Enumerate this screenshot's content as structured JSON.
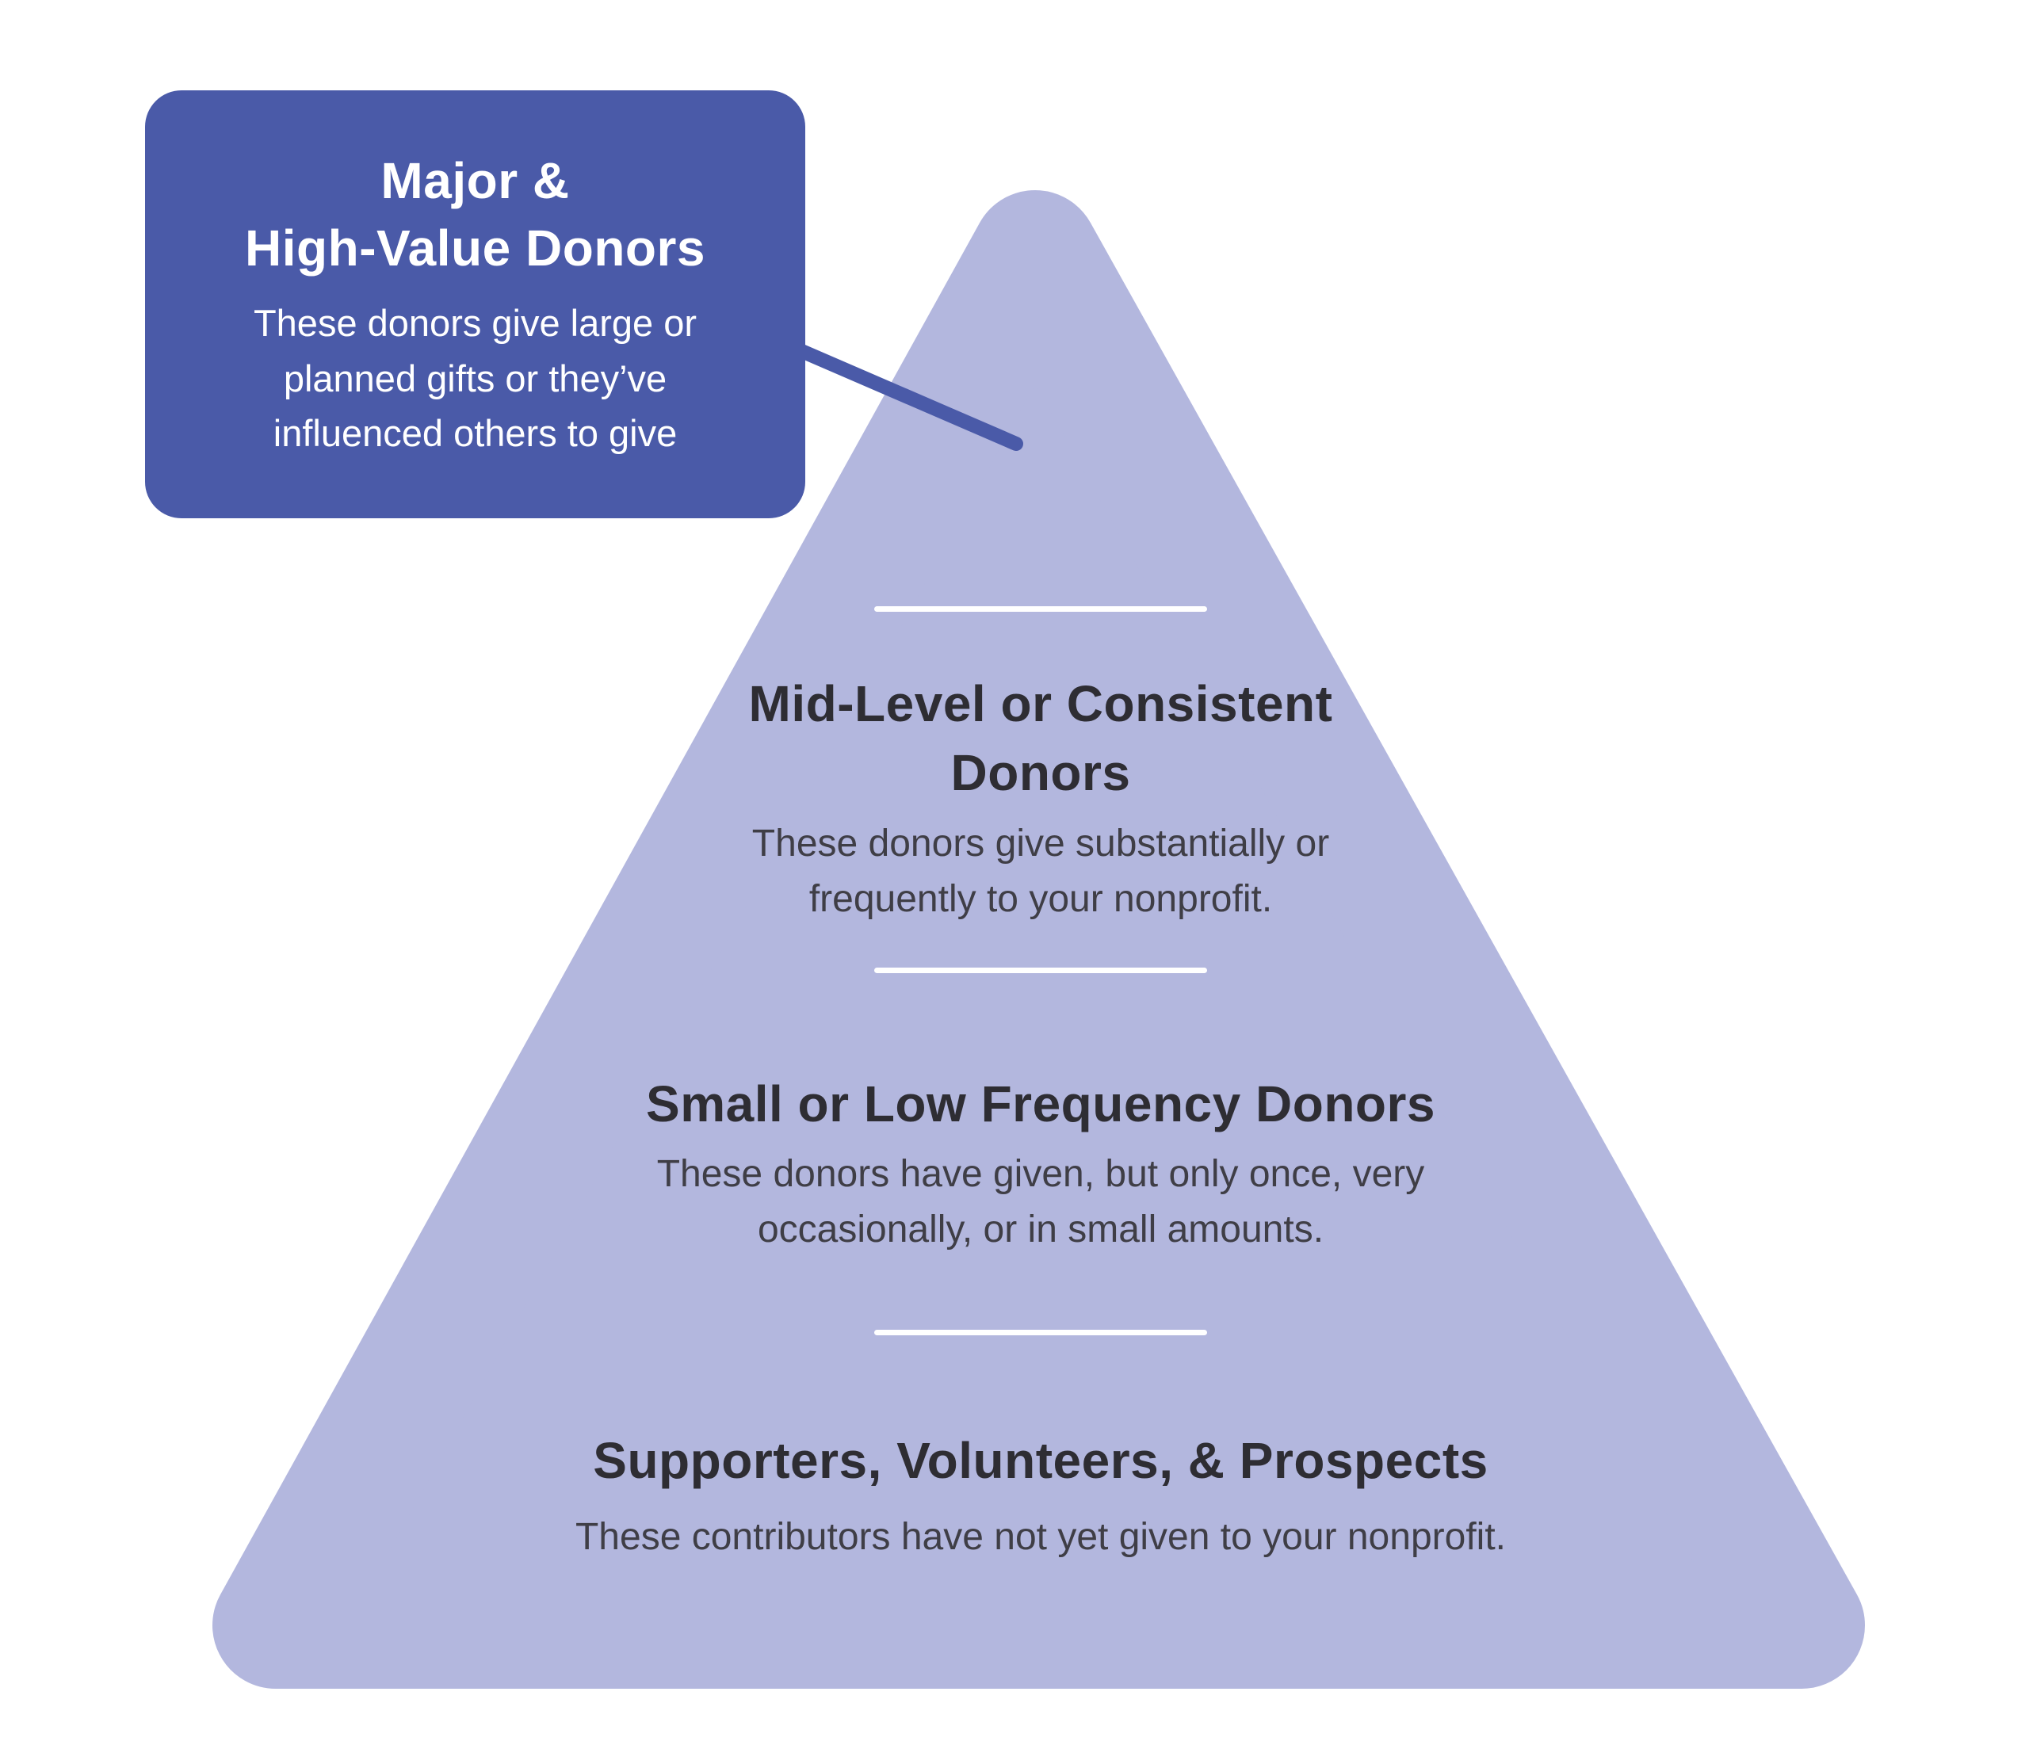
{
  "callout": {
    "title_line1": "Major &",
    "title_line2": "High-Value Donors",
    "description": "These donors give large or planned gifts or they’ve influenced others to give"
  },
  "tiers": [
    {
      "title": "Mid-Level or Consistent Donors",
      "description": "These donors give substantially or frequently to your nonprofit."
    },
    {
      "title": "Small or Low Frequency Donors",
      "description": "These donors have given, but only once, very occasionally, or in small amounts."
    },
    {
      "title": "Supporters, Volunteers, & Prospects",
      "description": "These contributors have not yet given to your nonprofit."
    }
  ],
  "colors": {
    "pyramid": "#b3b7de",
    "callout_background": "#4a5aa8",
    "connector": "#4a5aa8",
    "heading_text": "#2e2d33",
    "body_text": "#3f3e46",
    "divider": "#ffffff"
  }
}
